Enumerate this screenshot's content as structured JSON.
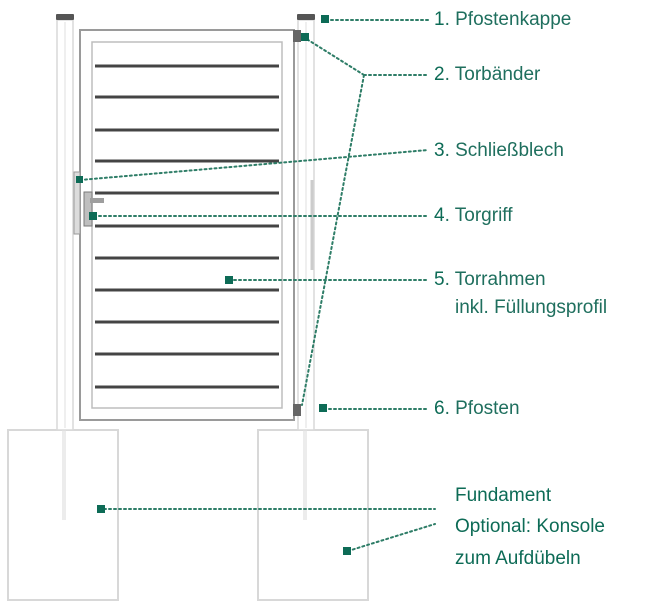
{
  "colors": {
    "accent": "#0d6b56",
    "dots": "#2e7d67",
    "structure": "#cfcfcf"
  },
  "callouts": [
    {
      "num": "1",
      "text": ". Pfostenkappe"
    },
    {
      "num": "2",
      "text": ". Torbänder"
    },
    {
      "num": "3",
      "text": ". Schließblech"
    },
    {
      "num": "4",
      "text": ". Torgriff"
    },
    {
      "num": "5",
      "text": ". Torrahmen",
      "text2": "inkl. Füllungsprofil"
    },
    {
      "num": "6",
      "text": ". Pfosten"
    }
  ],
  "foundation": {
    "line1": "Fundament",
    "line2": "Optional: Konsole",
    "line3": "zum Aufdübeln"
  }
}
